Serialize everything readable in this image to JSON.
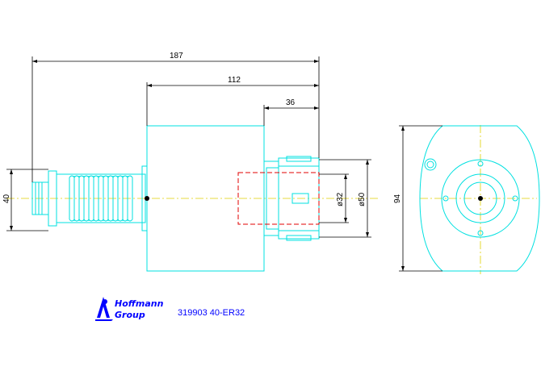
{
  "dimensions": {
    "overall_length": "187",
    "body_to_face": "112",
    "nut_length": "36",
    "shank_height": "40",
    "bore_small": "ø32",
    "bore_large": "ø50",
    "flange_height": "94"
  },
  "logo": {
    "line1": "Hoffmann",
    "line2": "Group"
  },
  "caption": "319903 40-ER32",
  "colors": {
    "outline": "#00e0e0",
    "dimension": "#000000",
    "centerline": "#e0d000",
    "hidden": "#e00000",
    "logo": "#0000ff"
  }
}
